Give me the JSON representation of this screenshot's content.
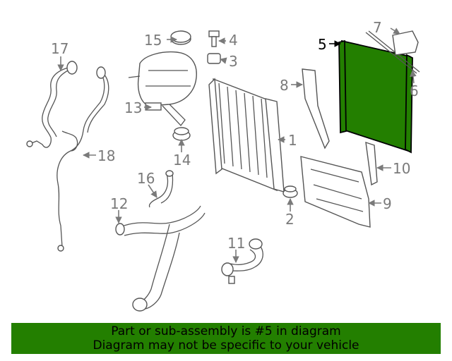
{
  "diagram": {
    "callouts": [
      "17",
      "15",
      "4",
      "5",
      "7",
      "3",
      "8",
      "6",
      "13",
      "1",
      "18",
      "14",
      "10",
      "16",
      "9",
      "12",
      "2",
      "11"
    ],
    "highlight_color": "#237f00"
  },
  "banner": {
    "line1": "Part or sub-assembly is #5 in diagram",
    "line2": "Diagram may not be specific to your vehicle"
  }
}
